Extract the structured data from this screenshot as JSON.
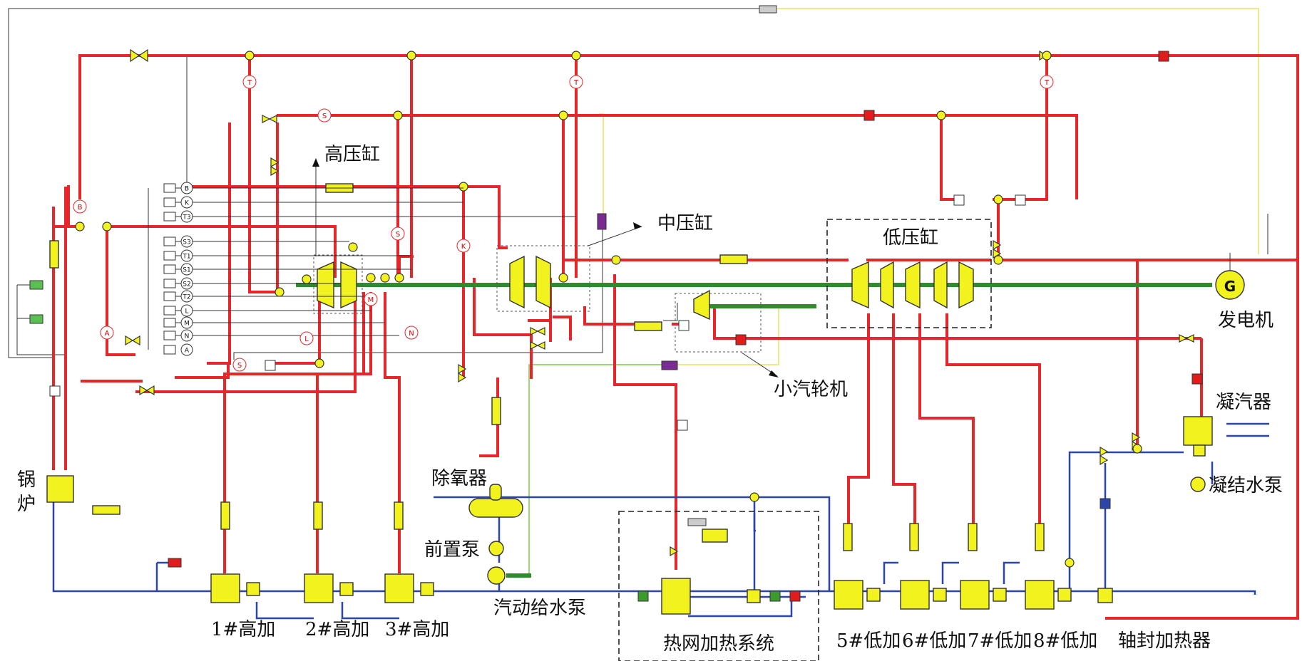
{
  "labels": {
    "hp_cylinder": "高压缸",
    "ip_cylinder": "中压缸",
    "lp_cylinder": "低压缸",
    "generator": "发电机",
    "generator_symbol": "G",
    "condenser": "凝汽器",
    "condensate_pump": "凝结水泵",
    "small_turbine": "小汽轮机",
    "deaerator": "除氧器",
    "booster_pump": "前置泵",
    "feed_pump": "汽动给水泵",
    "boiler_1": "锅",
    "boiler_2": "炉",
    "hp_heater_1": "1#高加",
    "hp_heater_2": "2#高加",
    "hp_heater_3": "3#高加",
    "heating_system": "热网加热系统",
    "lp_heater_5": "5#低加",
    "lp_heater_6": "6#低加",
    "lp_heater_7": "7#低加",
    "lp_heater_8": "8#低加",
    "gland_heater": "轴封加热器"
  },
  "sensor_tags": [
    "B",
    "K",
    "T3",
    "S3",
    "T1",
    "S1",
    "S2",
    "T2",
    "L",
    "M",
    "N",
    "A"
  ],
  "line_tags": {
    "t": "T",
    "s": "S",
    "b": "B",
    "k": "K",
    "a": "A",
    "l": "L",
    "m": "M",
    "n": "N"
  },
  "colors": {
    "steam": "#e6262b",
    "water": "#2c45a8",
    "shaft": "#2e8b2e",
    "component": "#f2f21e"
  }
}
